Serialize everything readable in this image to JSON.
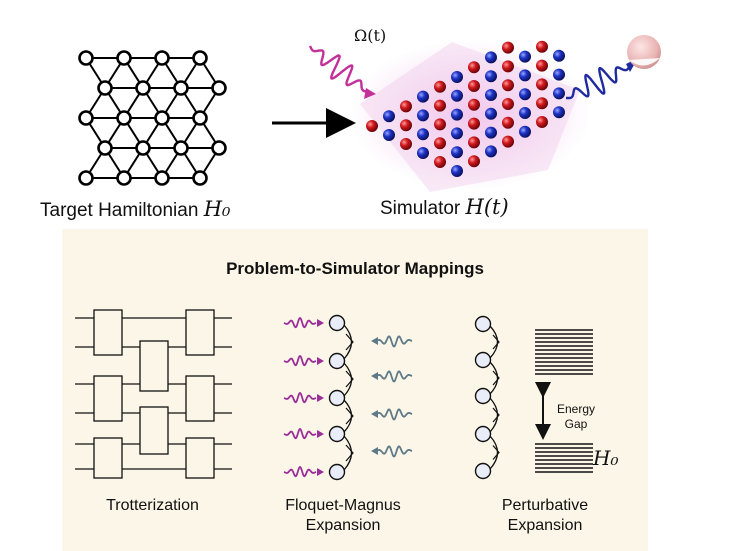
{
  "top": {
    "target_label": "Target Hamiltonian",
    "target_math": "H₀",
    "simulator_label": "Simulator",
    "simulator_math": "H(t)",
    "drive_label": "Ω(t)",
    "colors": {
      "red_atom": "#c8151b",
      "blue_atom": "#1c2fb8",
      "drive_wave": "#c2309a",
      "out_wave": "#1f2aa0"
    }
  },
  "panel": {
    "title": "Problem-to-Simulator Mappings",
    "background": "#fbf6e7",
    "trotter_caption": "Trotterization",
    "floquet_caption_1": "Floquet-Magnus",
    "floquet_caption_2": "Expansion",
    "perturb_caption_1": "Perturbative",
    "perturb_caption_2": "Expansion",
    "energy_1": "Energy",
    "energy_2": "Gap",
    "h0_label": "H₀",
    "colors": {
      "purple_wave": "#9a2f9a",
      "slate_wave": "#5e7a88",
      "node_fill": "#e9edf8"
    }
  }
}
